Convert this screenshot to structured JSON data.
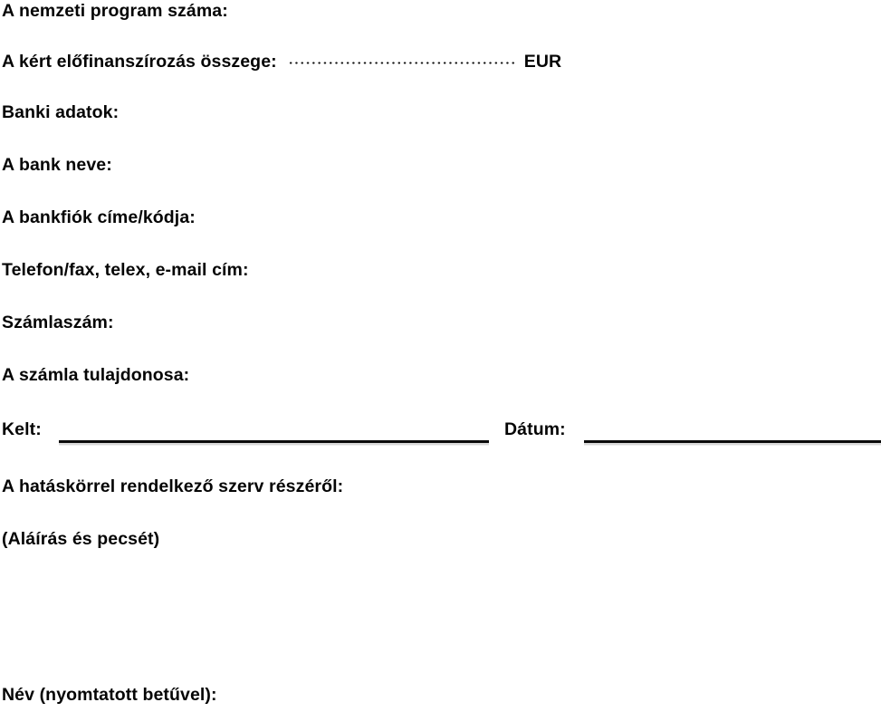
{
  "document": {
    "language": "hu",
    "background_color": "#ffffff",
    "text_color": "#050505",
    "rule_color": "#0a0a0a"
  },
  "fields": {
    "program_number_label": "A nemzeti program száma:",
    "prefinancing_amount_label": "A kért előfinanszírozás összege:",
    "prefinancing_amount_value": "",
    "prefinancing_currency": "EUR",
    "bank_data_heading": "Banki adatok:",
    "bank_name_label": "A bank neve:",
    "bank_branch_label": "A bankfiók címe/kódja:",
    "contact_label": "Telefon/fax, telex, e-mail cím:",
    "account_number_label": "Számlaszám:",
    "account_holder_label": "A számla tulajdonosa:",
    "place_label": "Kelt:",
    "place_value": "",
    "date_label": "Dátum:",
    "date_value": "",
    "authority_label": "A hatáskörrel rendelkező szerv részéről:",
    "signature_note": "(Aláírás és pecsét)",
    "printed_name_label": "Név (nyomtatott betűvel):"
  }
}
